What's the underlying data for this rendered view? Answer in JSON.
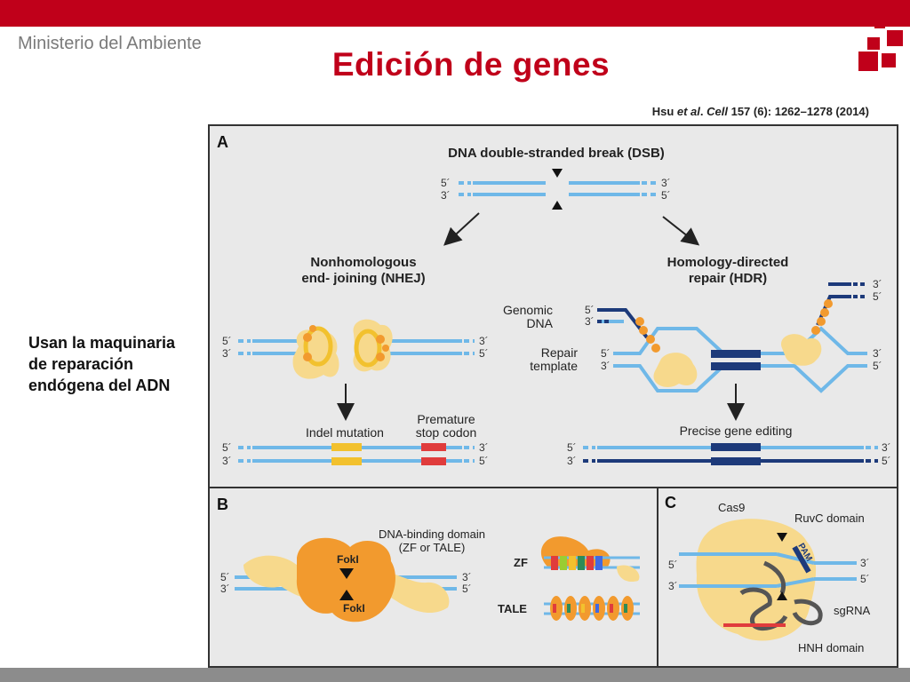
{
  "slide": {
    "ministry": "Ministerio del Ambiente",
    "title": "Edición de genes",
    "citation_pre": "Hsu ",
    "citation_em1": "et al",
    "citation_mid": ". ",
    "citation_em2": "Cell",
    "citation_post": " 157 (6): 1262–1278 (2014)",
    "side_line1": "Usan la maquinaria",
    "side_line2": "de reparación",
    "side_line3": "endógena del ADN"
  },
  "colors": {
    "brand_red": "#c0001a",
    "dna_light": "#6fb8e8",
    "dna_dark": "#1d3a7a",
    "protein": "#f7d98c",
    "fok": "#f29a2e",
    "panel_bg": "#e9e9e9",
    "mutation_yellow": "#f2c12e",
    "stop_red": "#e03c3c"
  },
  "figure": {
    "panel_a": {
      "letter": "A",
      "dsb_title": "DNA double-stranded break (DSB)",
      "nhej_line1": "Nonhomologous",
      "nhej_line2": "end- joining (NHEJ)",
      "hdr_line1": "Homology-directed",
      "hdr_line2": "repair (HDR)",
      "genomic_line1": "Genomic",
      "genomic_line2": "DNA",
      "repair_line1": "Repair",
      "repair_line2": "template",
      "indel": "Indel mutation",
      "stop_line1": "Premature",
      "stop_line2": "stop codon",
      "precise": "Precise gene editing",
      "p5": "5´",
      "p3": "3´"
    },
    "panel_b": {
      "letter": "B",
      "binding_line1": "DNA-binding domain",
      "binding_line2": "(ZF or TALE)",
      "fok1": "FokI",
      "fok2": "FokI",
      "zf": "ZF",
      "tale": "TALE"
    },
    "panel_c": {
      "letter": "C",
      "cas9": "Cas9",
      "ruvc": "RuvC domain",
      "pam": "PAM",
      "sgrna": "sgRNA",
      "hnh": "HNH domain"
    }
  }
}
